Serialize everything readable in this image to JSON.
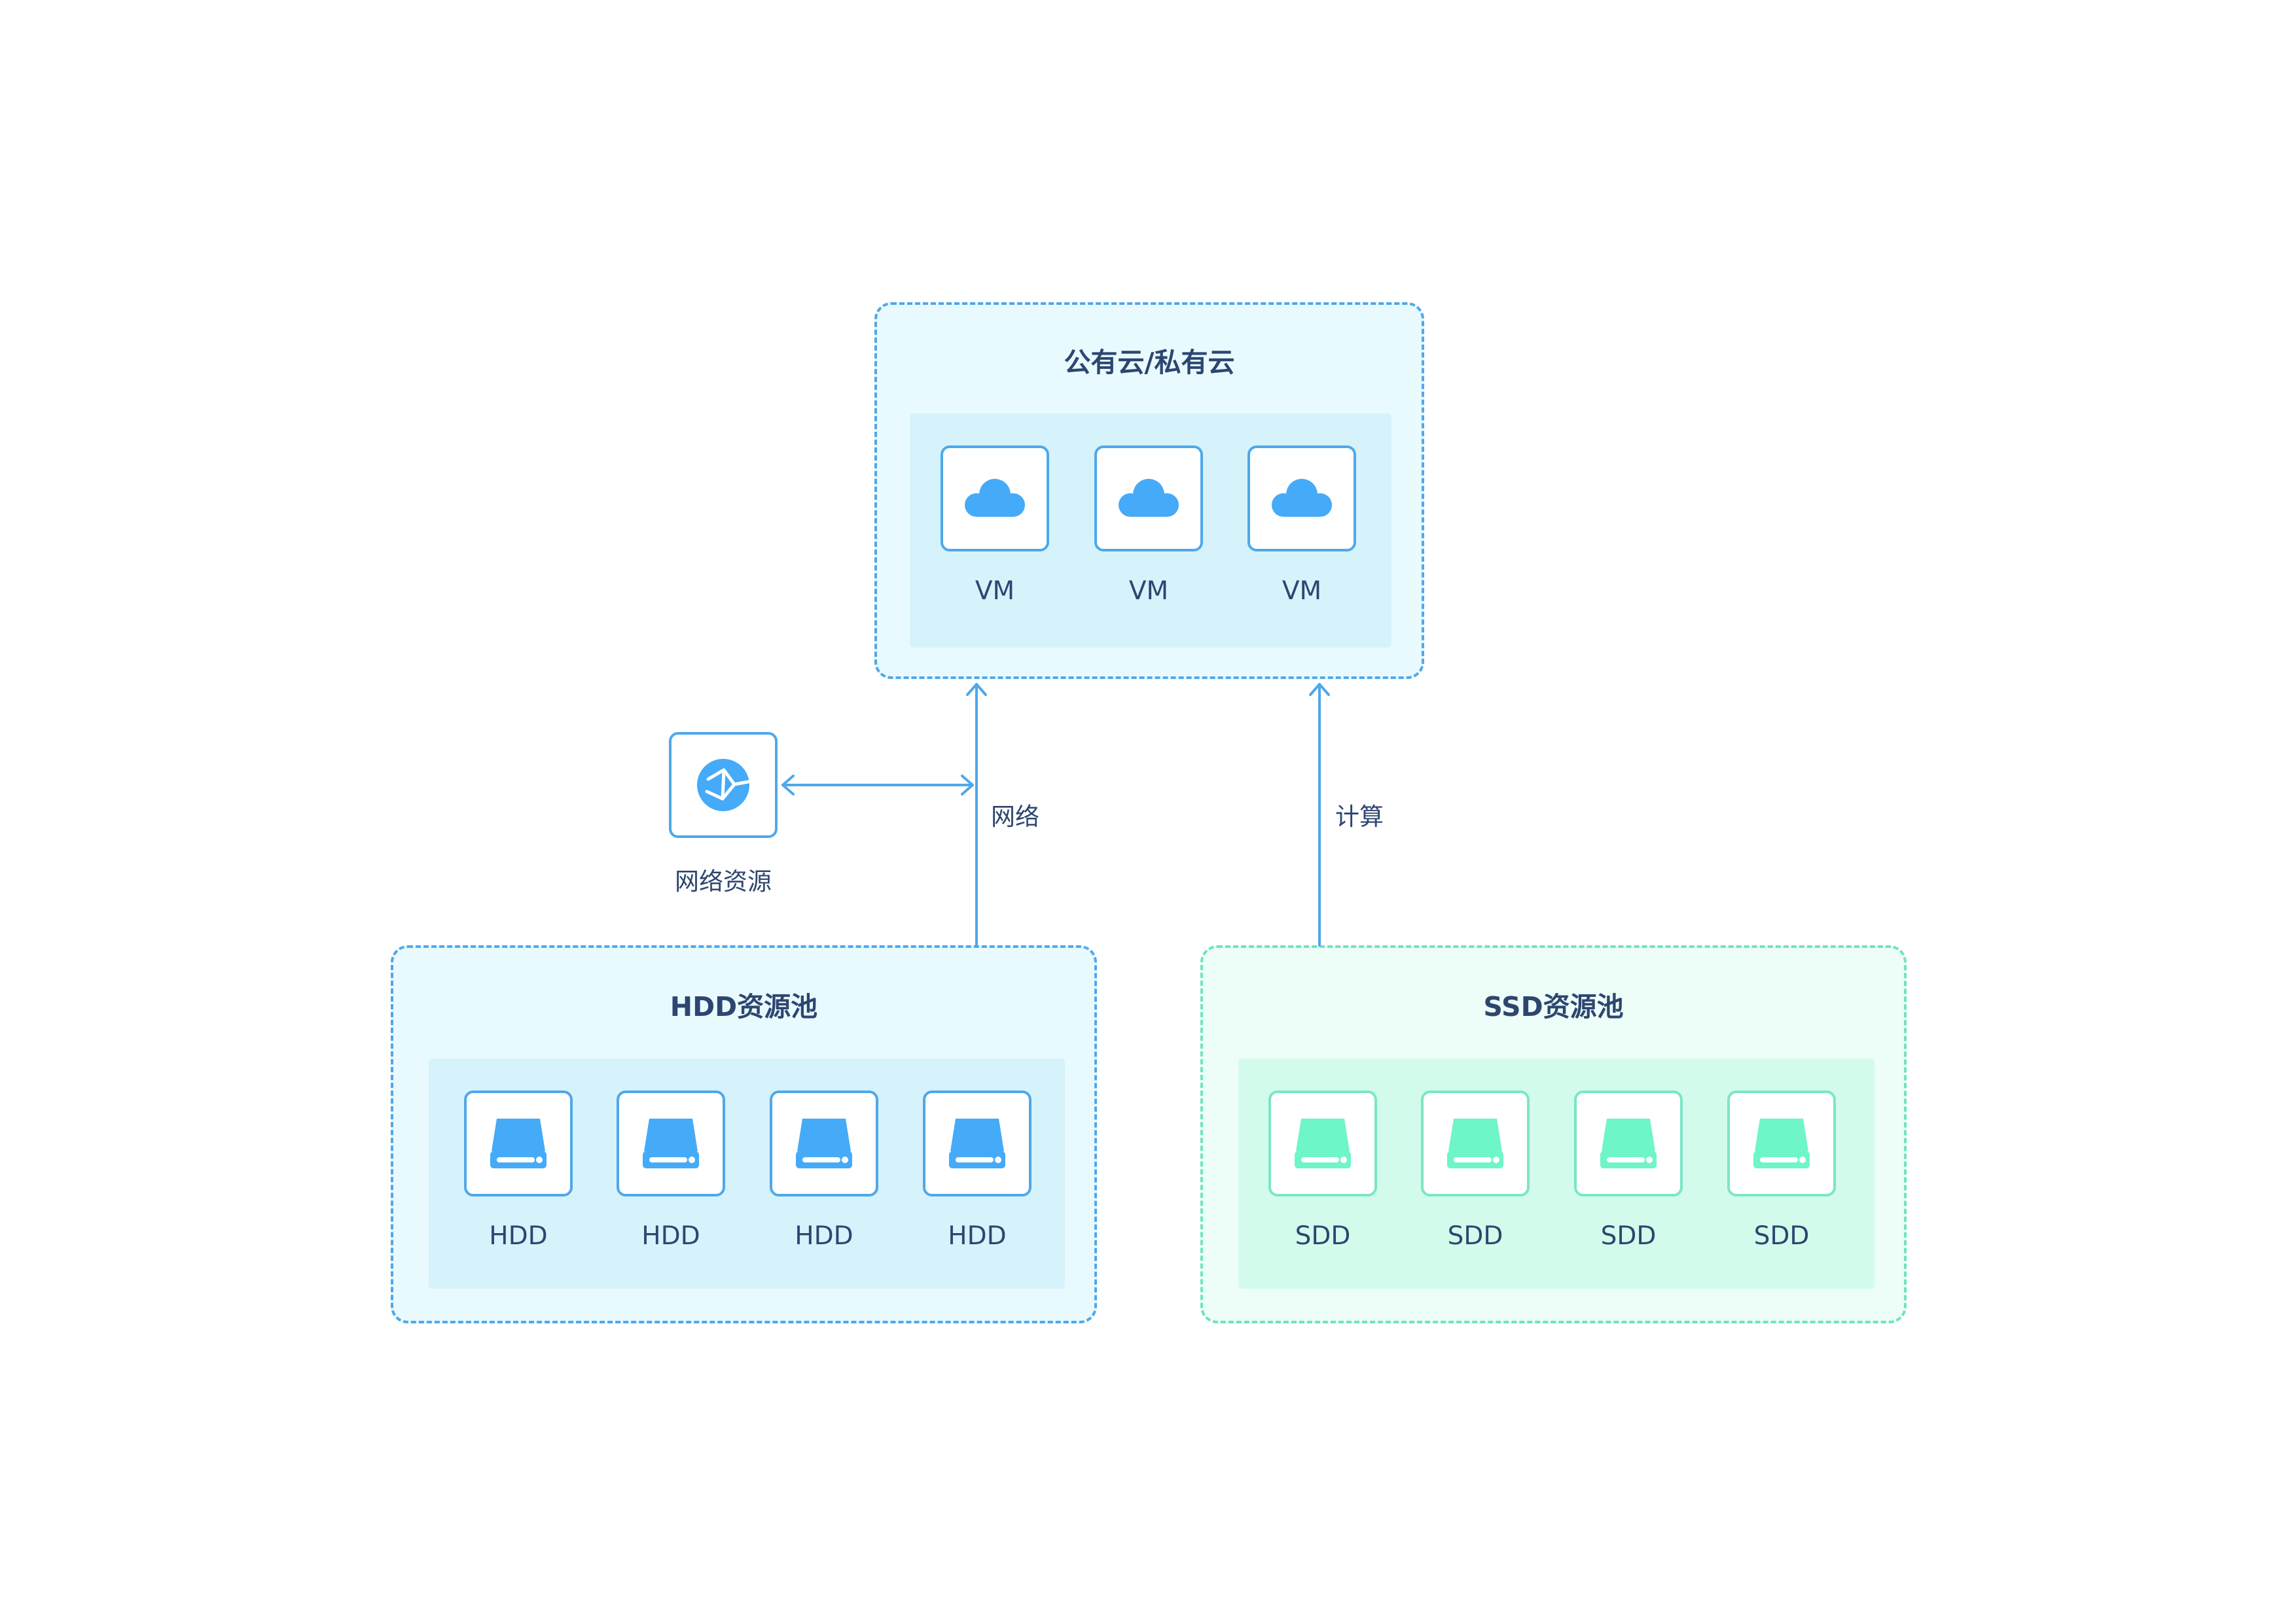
{
  "cloud": {
    "title": "公有云/私有云",
    "nodes": [
      {
        "label": "VM",
        "icon": "cloud-icon"
      },
      {
        "label": "VM",
        "icon": "cloud-icon"
      },
      {
        "label": "VM",
        "icon": "cloud-icon"
      }
    ]
  },
  "network_resource": {
    "label": "网络资源",
    "icon": "globe-icon"
  },
  "edges": {
    "network_label": "网络",
    "compute_label": "计算"
  },
  "hdd_pool": {
    "title": "HDD资源池",
    "nodes": [
      {
        "label": "HDD",
        "icon": "hard-drive-icon"
      },
      {
        "label": "HDD",
        "icon": "hard-drive-icon"
      },
      {
        "label": "HDD",
        "icon": "hard-drive-icon"
      },
      {
        "label": "HDD",
        "icon": "hard-drive-icon"
      }
    ]
  },
  "ssd_pool": {
    "title": "SSD资源池",
    "nodes": [
      {
        "label": "SDD",
        "icon": "hard-drive-icon"
      },
      {
        "label": "SDD",
        "icon": "hard-drive-icon"
      },
      {
        "label": "SDD",
        "icon": "hard-drive-icon"
      },
      {
        "label": "SDD",
        "icon": "hard-drive-icon"
      }
    ]
  },
  "colors": {
    "blue_accent": "#4fa8ea",
    "icon_blue": "#45aaf8",
    "green_accent": "#6ee3c2",
    "icon_green": "#6ef5c8",
    "text": "#2d4670"
  }
}
